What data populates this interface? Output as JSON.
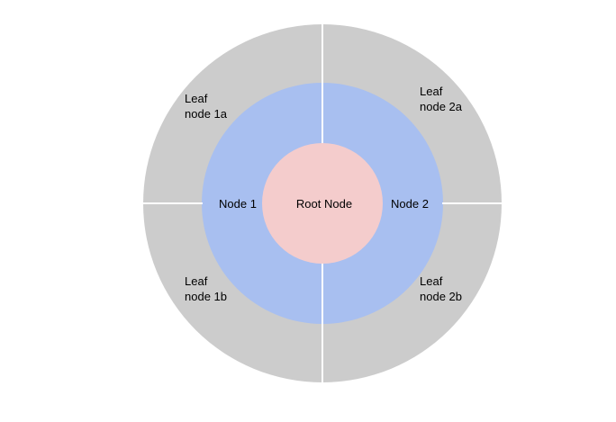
{
  "diagram": {
    "type": "sunburst",
    "root": {
      "label": "Root Node",
      "color": "#f4cccc"
    },
    "nodes": [
      {
        "label": "Node 1",
        "color": "#a8bff0",
        "children": [
          {
            "label_line1": "Leaf",
            "label_line2": "node 1a"
          },
          {
            "label_line1": "Leaf",
            "label_line2": "node 1b"
          }
        ]
      },
      {
        "label": "Node 2",
        "color": "#a8bff0",
        "children": [
          {
            "label_line1": "Leaf",
            "label_line2": "node 2a"
          },
          {
            "label_line1": "Leaf",
            "label_line2": "node 2b"
          }
        ]
      }
    ],
    "leaf_color": "#cccccc",
    "divider_color": "#ffffff"
  }
}
